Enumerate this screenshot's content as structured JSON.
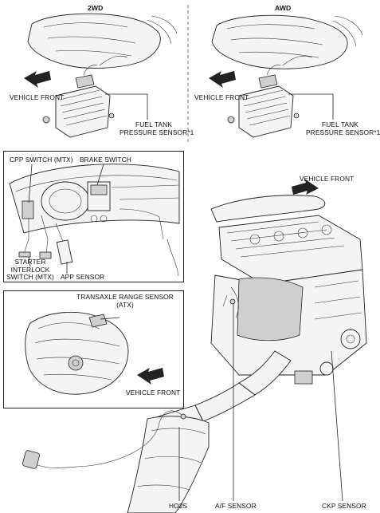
{
  "panels": {
    "fuel_2wd": {
      "title": "2WD",
      "direction_label": "VEHICLE FRONT",
      "sensor_label_line1": "FUEL TANK",
      "sensor_label_line2": "PRESSURE SENSOR*1"
    },
    "fuel_awd": {
      "title": "AWD",
      "direction_label": "VEHICLE FRONT",
      "sensor_label_line1": "FUEL TANK",
      "sensor_label_line2": "PRESSURE SENSOR*1"
    },
    "cabin": {
      "cpp_switch": "CPP SWITCH (MTX)",
      "brake_switch": "BRAKE SWITCH",
      "starter_line1": "STARTER",
      "starter_line2": "INTERLOCK",
      "starter_line3": "SWITCH (MTX)",
      "app_sensor": "APP SENSOR"
    },
    "transaxle": {
      "range_sensor_line1": "TRANSAXLE RANGE SENSOR",
      "range_sensor_line2": "(ATX)",
      "direction_label": "VEHICLE FRONT"
    },
    "engine": {
      "direction_label": "VEHICLE FRONT",
      "ho2s": "HO2S",
      "af_sensor": "A/F SENSOR",
      "ckp_sensor": "CKP SENSOR"
    }
  },
  "icons": [
    "direction-arrow-icon"
  ]
}
